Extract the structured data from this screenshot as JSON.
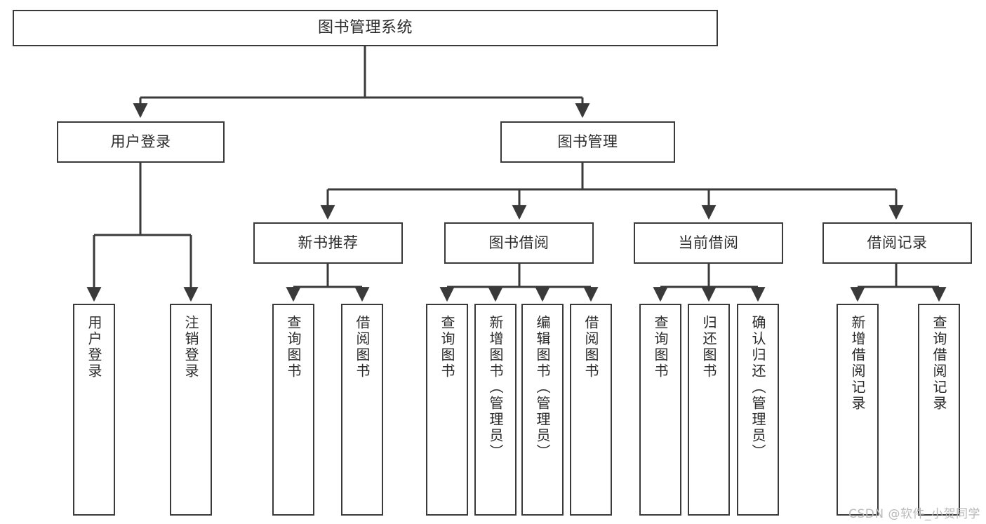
{
  "diagram": {
    "title": "图书管理系统",
    "type": "functional-structure-tree",
    "watermark": "CSDN @软件_小贺同学",
    "colors": {
      "background": "#ffffff",
      "border": "#3a3a3a",
      "text": "#2b2b2b",
      "edge": "#3a3a3a",
      "watermark": "#b9b9b9"
    },
    "nodes": {
      "root": {
        "label": "图书管理系统"
      },
      "level1": [
        {
          "id": "user-login",
          "label": "用户登录"
        },
        {
          "id": "book-management",
          "label": "图书管理"
        }
      ],
      "level2": [
        {
          "id": "new-book-recommend",
          "label": "新书推荐"
        },
        {
          "id": "book-borrow",
          "label": "图书借阅"
        },
        {
          "id": "current-borrow",
          "label": "当前借阅"
        },
        {
          "id": "borrow-record",
          "label": "借阅记录"
        }
      ],
      "leaves": [
        {
          "id": "leaf-user-login",
          "label": "用户登录",
          "parent": "user-login"
        },
        {
          "id": "leaf-user-logout",
          "label": "注销登录",
          "parent": "user-login"
        },
        {
          "id": "leaf-query-book-1",
          "label": "查询图书",
          "parent": "new-book-recommend"
        },
        {
          "id": "leaf-borrow-book-1",
          "label": "借阅图书",
          "parent": "new-book-recommend"
        },
        {
          "id": "leaf-query-book-2",
          "label": "查询图书",
          "parent": "book-borrow"
        },
        {
          "id": "leaf-add-book",
          "label": "新增图书（管理员）",
          "parent": "book-borrow"
        },
        {
          "id": "leaf-edit-book",
          "label": "编辑图书（管理员）",
          "parent": "book-borrow"
        },
        {
          "id": "leaf-borrow-book-2",
          "label": "借阅图书",
          "parent": "book-borrow"
        },
        {
          "id": "leaf-query-book-3",
          "label": "查询图书",
          "parent": "current-borrow"
        },
        {
          "id": "leaf-return-book",
          "label": "归还图书",
          "parent": "current-borrow"
        },
        {
          "id": "leaf-confirm-return",
          "label": "确认归还（管理员）",
          "parent": "current-borrow"
        },
        {
          "id": "leaf-add-record",
          "label": "新增借阅记录",
          "parent": "borrow-record"
        },
        {
          "id": "leaf-query-record",
          "label": "查询借阅记录",
          "parent": "borrow-record"
        }
      ]
    }
  }
}
